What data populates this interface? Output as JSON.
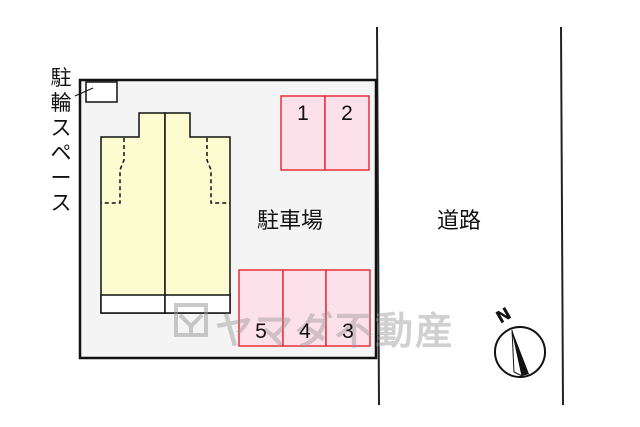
{
  "labels": {
    "bike_space": "駐輪スペース",
    "parking": "駐車場",
    "road": "道路",
    "north": "N"
  },
  "parking_spaces": [
    "1",
    "2",
    "3",
    "4",
    "5"
  ],
  "watermark": "ヤマダ不動産",
  "colors": {
    "building": "#fdfbd0",
    "parking_fill": "#fde1ea",
    "parking_stroke": "#e8303a",
    "lot": "#f4f4f4"
  }
}
